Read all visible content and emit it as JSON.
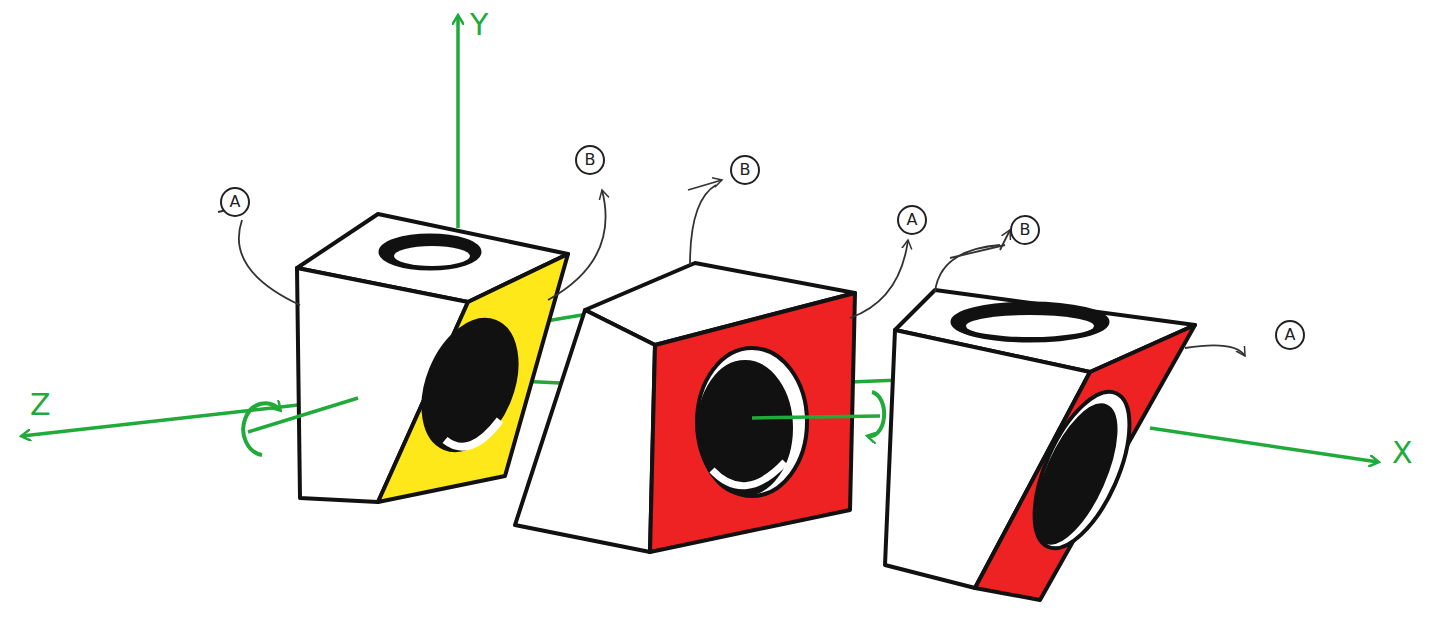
{
  "diagram": {
    "nodes": [
      {
        "text": [
          "A"
        ]
      },
      {
        "text": [
          "B"
        ]
      },
      {
        "text": [
          "B"
        ]
      },
      {
        "text": [
          "A"
        ]
      },
      {
        "text": [
          "B"
        ]
      },
      {
        "text": [
          "A"
        ]
      }
    ],
    "labels": [
      "Y",
      "Z",
      "X"
    ]
  }
}
